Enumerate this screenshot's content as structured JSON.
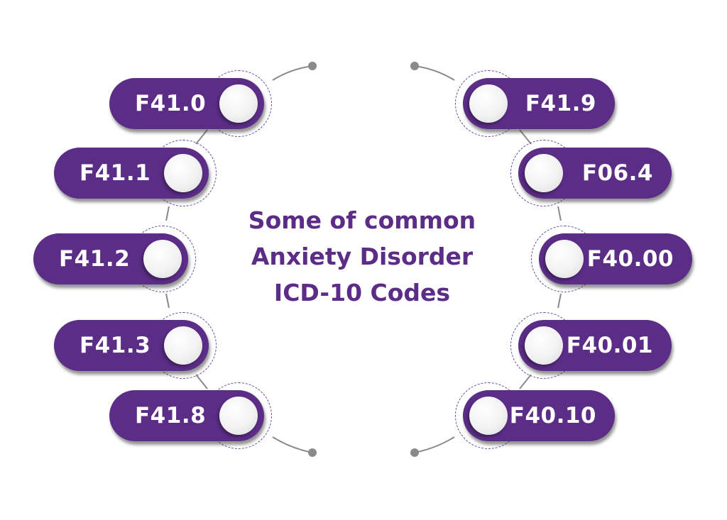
{
  "title": {
    "line1": "Some of  common",
    "line2": "Anxiety Disorder",
    "line3": "ICD-10 Codes"
  },
  "left_codes": [
    "F41.0",
    "F41.1",
    "F41.2",
    "F41.3",
    "F41.8"
  ],
  "right_codes": [
    "F41.9",
    "F06.4",
    "F40.00",
    "F40.01",
    "F40.10"
  ],
  "colors": {
    "pill": "#5b2d87",
    "title": "#5b2d87",
    "connector": "#8a8a8a",
    "ring": "#6a4a9c"
  }
}
